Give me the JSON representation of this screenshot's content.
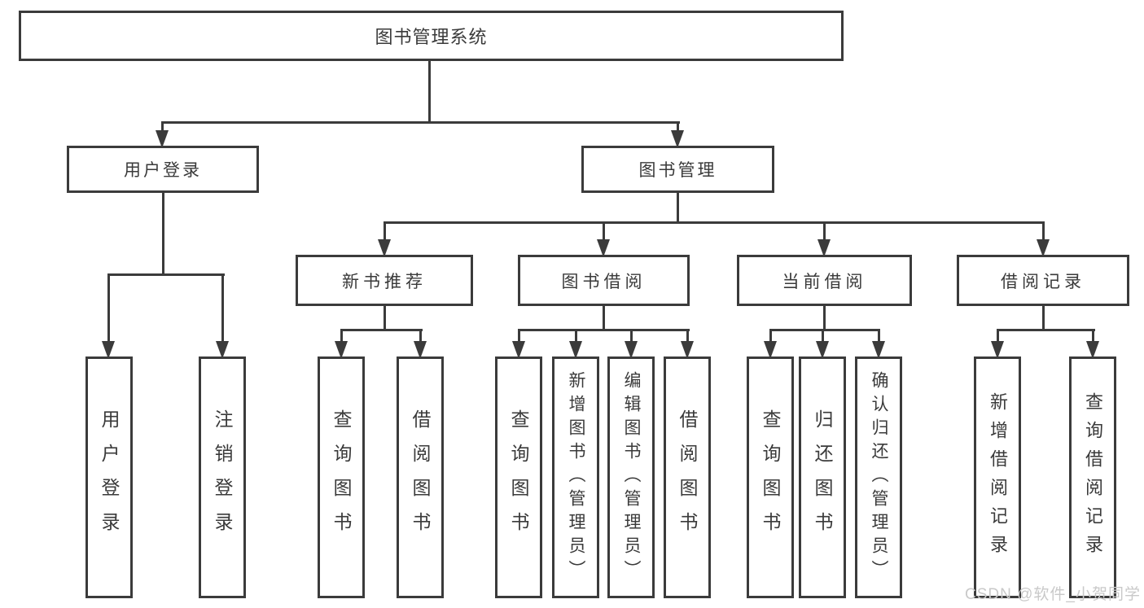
{
  "tree": {
    "label": "图书管理系统",
    "children": [
      {
        "label": "用户登录",
        "children": [
          {
            "label": "用户登录"
          },
          {
            "label": "注销登录"
          }
        ]
      },
      {
        "label": "图书管理",
        "children": [
          {
            "label": "新书推荐",
            "children": [
              {
                "label": "查询图书"
              },
              {
                "label": "借阅图书"
              }
            ]
          },
          {
            "label": "图书借阅",
            "children": [
              {
                "label": "查询图书"
              },
              {
                "label": "新增图书（管理员）"
              },
              {
                "label": "编辑图书（管理员）"
              },
              {
                "label": "借阅图书"
              }
            ]
          },
          {
            "label": "当前借阅",
            "children": [
              {
                "label": "查询图书"
              },
              {
                "label": "归还图书"
              },
              {
                "label": "确认归还（管理员）"
              }
            ]
          },
          {
            "label": "借阅记录",
            "children": [
              {
                "label": "新增借阅记录"
              },
              {
                "label": "查询借阅记录"
              }
            ]
          }
        ]
      }
    ]
  },
  "watermark": {
    "text": "CSDN @软件_小贺同学"
  },
  "colors": {
    "line": "#3b3b3b",
    "box_border": "#3b3b3b",
    "text": "#3a3a3a",
    "watermark": "#c9c9c9",
    "background": "#ffffff"
  }
}
